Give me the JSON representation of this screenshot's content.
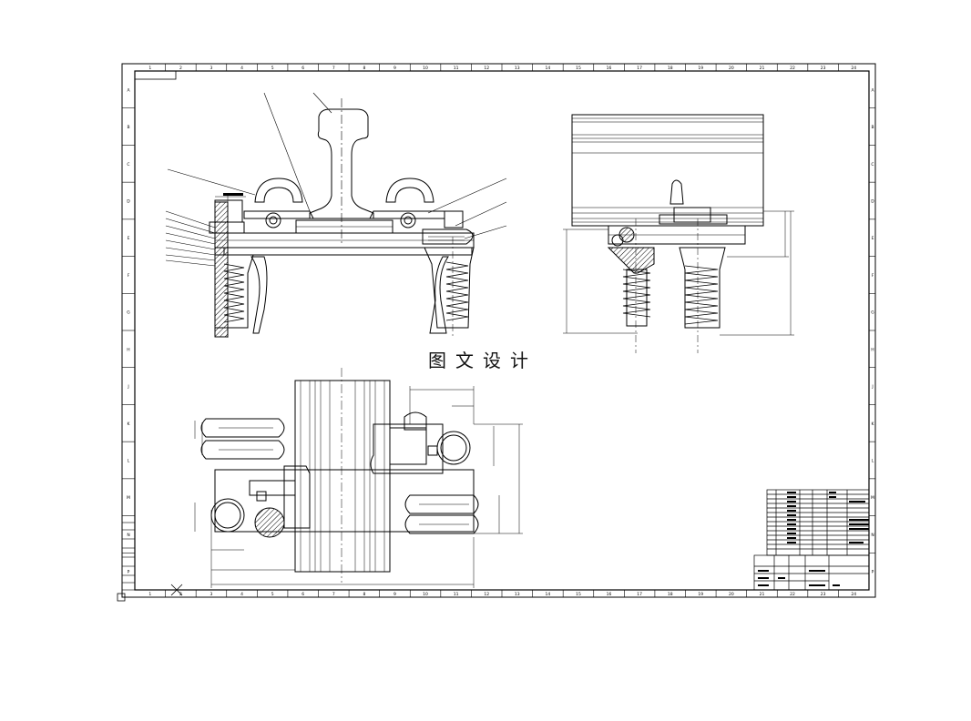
{
  "watermark": "图文设计",
  "border": {
    "columns": [
      "1",
      "2",
      "3",
      "4",
      "5",
      "6",
      "7",
      "8",
      "9",
      "10",
      "11",
      "12",
      "13",
      "14",
      "15",
      "16",
      "17",
      "18",
      "19",
      "20",
      "21",
      "22",
      "23",
      "24"
    ],
    "rows": [
      "A",
      "B",
      "C",
      "D",
      "E",
      "F",
      "G",
      "H",
      "J",
      "K",
      "L",
      "M",
      "N",
      "P"
    ]
  },
  "colors": {
    "line": "#000000",
    "hatch": "#000000",
    "paper": "#ffffff"
  },
  "icons": {
    "datum": "x-mark-icon",
    "origin": "square-marker-icon"
  }
}
